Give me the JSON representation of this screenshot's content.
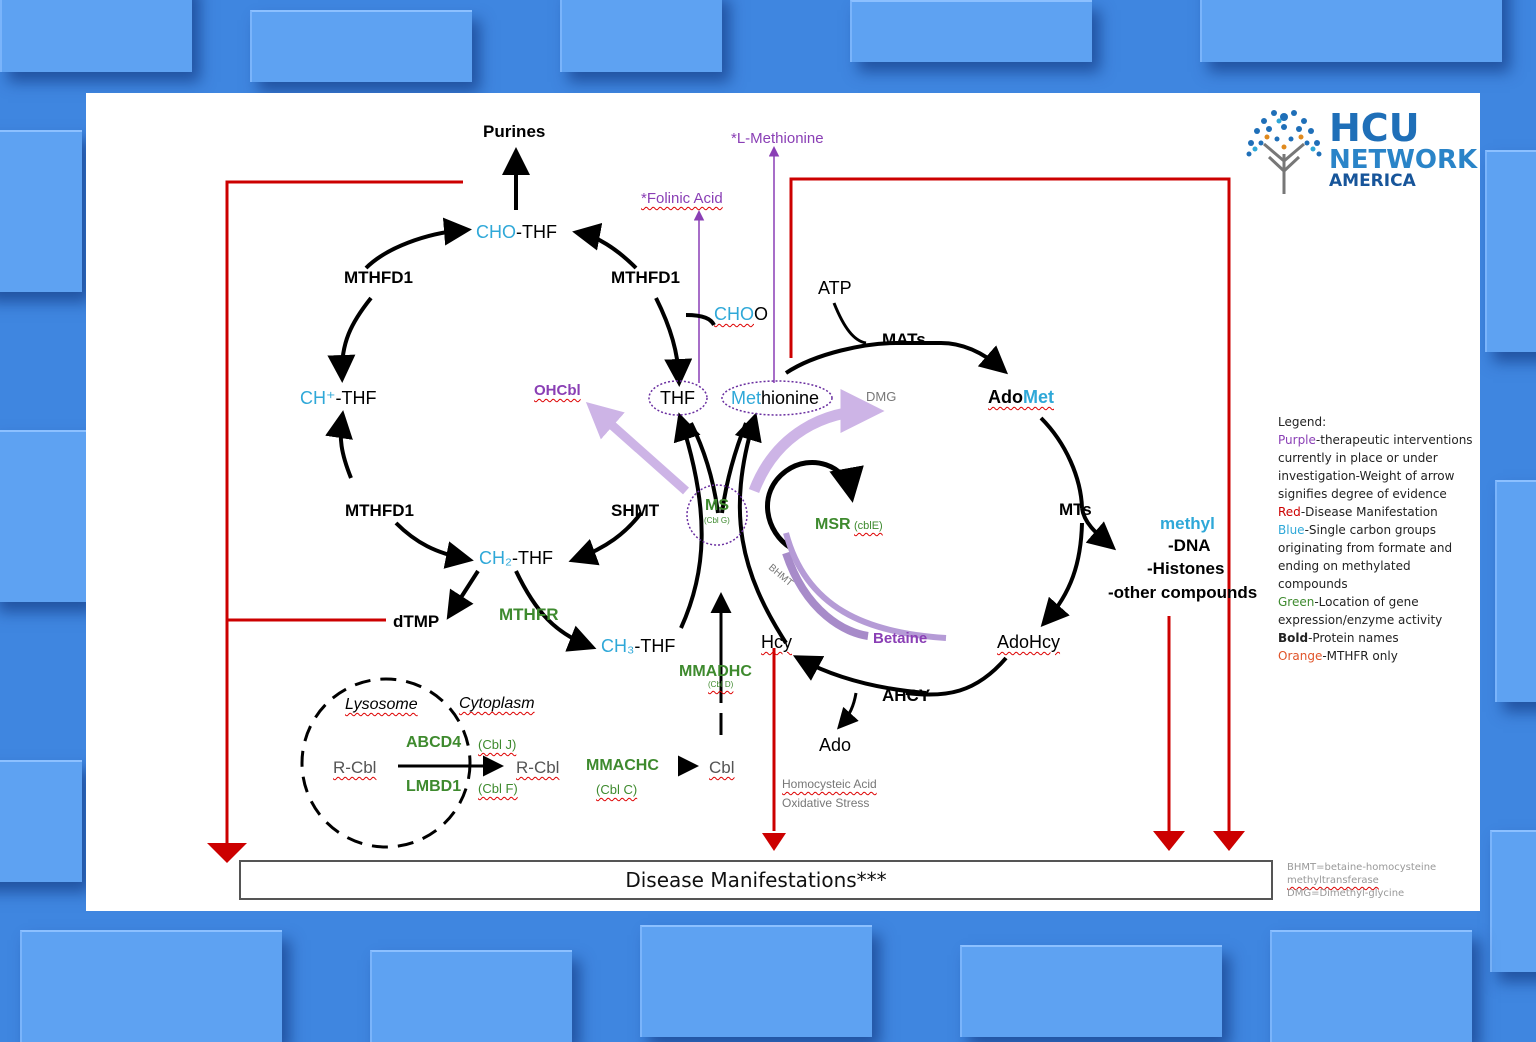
{
  "logo": {
    "line1": "HCU",
    "line2": "NETWORK",
    "line3": "AMERICA"
  },
  "nodes": {
    "purines": "Purines",
    "l_methionine": "*L-Methionine",
    "folinic_acid": "*Folinic Acid",
    "cho_thf_prefix": "CHO",
    "cho_thf_suffix": "-THF",
    "ch_thf_prefix": "CH⁺",
    "ch_thf_suffix": "-THF",
    "ch2_thf_prefix": "CH₂",
    "ch2_thf_suffix": "-THF",
    "ch3_thf_prefix": "CH₃",
    "ch3_thf_suffix": "-THF",
    "thf": "THF",
    "methionine_prefix": "Met",
    "methionine_suffix": "hionine",
    "choo_prefix": "CHO",
    "choo_suffix": "O",
    "ohcbl": "OHCbl",
    "dmg": "DMG",
    "atp": "ATP",
    "adomet_prefix": "Ado",
    "adomet_suffix": "Met",
    "dtmp": "dTMP",
    "hcy": "Hcy",
    "betaine": "Betaine",
    "adohcy": "AdoHcy",
    "ado": "Ado",
    "methyl": "methyl",
    "dna": "-DNA",
    "histones": "-Histones",
    "other_compounds": "-other compounds",
    "r_cbl_1": "R-Cbl",
    "r_cbl_2": "R-Cbl",
    "cbl": "Cbl",
    "lysosome": "Lysosome",
    "cytoplasm": "Cytoplasm",
    "homocysteic_acid": "Homocysteic Acid",
    "oxidative_stress": "Oxidative Stress"
  },
  "enzymes": {
    "mthfd1_top_left": "MTHFD1",
    "mthfd1_top_right": "MTHFD1",
    "mthfd1_bottom_left": "MTHFD1",
    "shmt": "SHMT",
    "mthfr": "MTHFR",
    "ms": "MS",
    "ms_sub": "(Cbl G)",
    "msr": "MSR",
    "msr_sub": "(cblE)",
    "bhmt": "BHMT",
    "mats": "MATs",
    "mts": "MTs",
    "ahcy": "AHCY",
    "mmadhc": "MMADHC",
    "mmadhc_sub": "(Cbl D)",
    "abcd4": "ABCD4",
    "abcd4_sub": "(Cbl J)",
    "lmbd1": "LMBD1",
    "lmbd1_sub": "(Cbl F)",
    "mmachc": "MMACHC",
    "mmachc_sub": "(Cbl C)"
  },
  "legend": {
    "title": "Legend:",
    "purple_key": "Purple",
    "purple_text": "-therapeutic interventions currently in place or under investigation-Weight of arrow signifies degree of evidence",
    "red_key": "Red",
    "red_text": "-Disease Manifestation",
    "blue_key": "Blue",
    "blue_text": "-Single carbon groups originating from formate and ending on methylated compounds",
    "green_key": "Green",
    "green_text": "-Location of gene expression/enzyme activity",
    "bold_key": "Bold",
    "bold_text": "-Protein names",
    "orange_key": "Orange",
    "orange_text": "-MTHFR only"
  },
  "footnote": {
    "line1": "BHMT=betaine-homocysteine",
    "line2": "methyltransferase",
    "line3": "DMG=Dimethyl-glycine"
  },
  "disease_box": "Disease Manifestations***",
  "colors": {
    "red": "#cc0000",
    "blue": "#2fa8d8",
    "green": "#3e8a2e",
    "purple": "#8a3fb5",
    "light_purple": "#cdb4e6",
    "background": "#3f86e0"
  }
}
